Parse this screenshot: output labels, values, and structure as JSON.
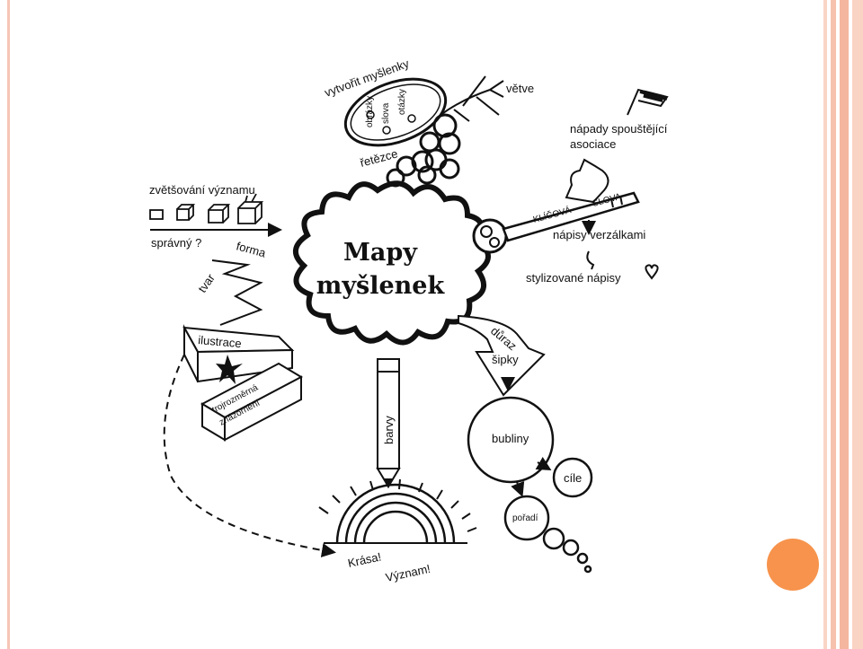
{
  "diagram": {
    "center": {
      "line1": "Mapy",
      "line2": "myšlenek"
    },
    "labels": {
      "create_ideas": "vytvořit myšlenky",
      "pebbles": [
        "otázky",
        "slova",
        "obrázky"
      ],
      "branches": "větve",
      "chains": "řetězce",
      "trigger_ideas": [
        "nápady spouštějící",
        "asociace"
      ],
      "keyword_1": "KLÍČOVÁ",
      "keyword_2": "SLOVA",
      "capitals": "nápisy verzálkami",
      "stylized": "stylizované nápisy",
      "meaning_scale": "zvětšování významu",
      "correct": "správný ?",
      "form": "forma",
      "shape": "tvar",
      "illustration": "ilustrace",
      "three_d_1": "trojrozměrná",
      "three_d_2": "znázornění",
      "emphasis": "důraz",
      "arrows": "šipky",
      "bubbles": "bubliny",
      "goals": "cíle",
      "order": "pořadí",
      "colors": "barvy",
      "beauty": "Krása!",
      "meaning": "Význam!"
    }
  },
  "colors": {
    "accent_orange": "#f7934c",
    "frame_pink": "#f5c6b4"
  },
  "icons": [
    "key-icon",
    "puzzle-icon",
    "flag-icon",
    "pencil-icon",
    "rainbow-icon",
    "heart-icon"
  ]
}
